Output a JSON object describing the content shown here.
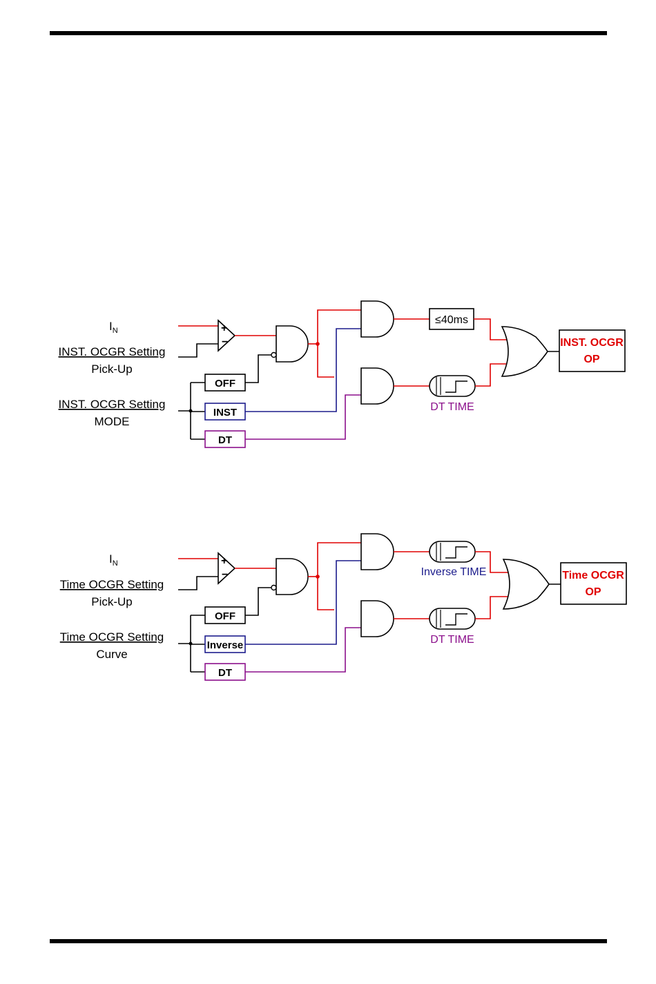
{
  "colors": {
    "red": "#e00000",
    "blue": "#1c1c8c",
    "purple": "#8b0f8b",
    "black": "#000000"
  },
  "diagrams": [
    {
      "input_main": "I",
      "input_sub": "N",
      "setting_label": "INST. OCGR Setting",
      "setting_sub": "Pick-Up",
      "mode_label": "INST. OCGR Setting",
      "mode_sub": "MODE",
      "options": [
        "OFF",
        "INST",
        "DT"
      ],
      "timer_top": "≤40ms",
      "timer_bottom_label": "DT TIME",
      "output_line1": "INST. OCGR",
      "output_line2": "OP"
    },
    {
      "input_main": "I",
      "input_sub": "N",
      "setting_label": "Time OCGR Setting",
      "setting_sub": "Pick-Up",
      "mode_label": "Time OCGR Setting",
      "mode_sub": "Curve",
      "options": [
        "OFF",
        "Inverse",
        "DT"
      ],
      "timer_top_label": "Inverse TIME",
      "timer_bottom_label": "DT TIME",
      "output_line1": "Time OCGR",
      "output_line2": "OP"
    }
  ]
}
